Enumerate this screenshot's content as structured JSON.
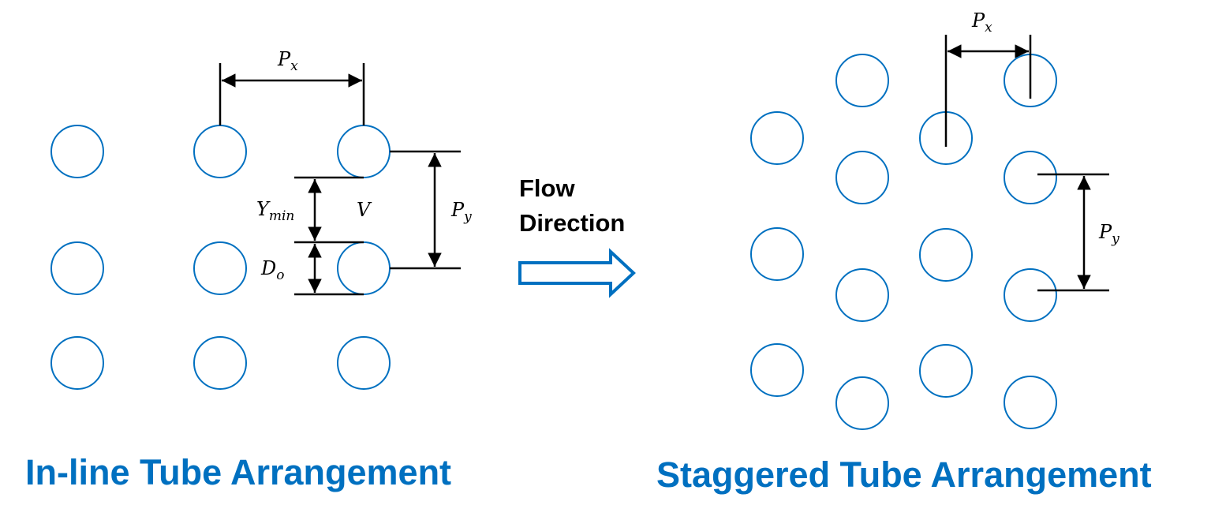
{
  "inline": {
    "caption": "In-line Tube Arrangement",
    "labels": {
      "px_main": "P",
      "px_sub": "x",
      "py_main": "P",
      "py_sub": "y",
      "ymin_main": "Y",
      "ymin_sub": "min",
      "v": "V",
      "do_main": "D",
      "do_sub": "o"
    }
  },
  "flow": {
    "line1": "Flow",
    "line2": "Direction"
  },
  "staggered": {
    "caption": "Staggered Tube Arrangement",
    "labels": {
      "px_main": "P",
      "px_sub": "x",
      "py_main": "P",
      "py_sub": "y"
    }
  },
  "colors": {
    "accent": "#0070c0",
    "line": "#000000"
  }
}
